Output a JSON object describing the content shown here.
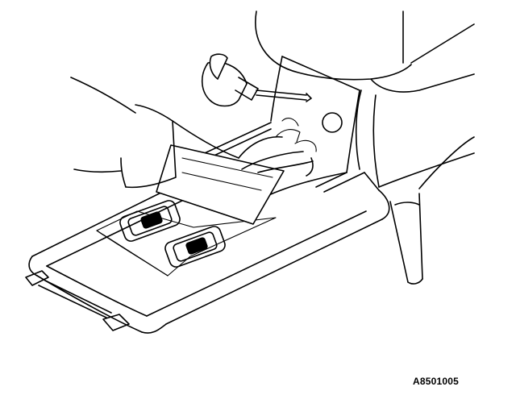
{
  "figure": {
    "code": "A8501005",
    "icons": [
      "console-panel",
      "window-switch",
      "screwdriver",
      "hand",
      "protective-tape",
      "seat"
    ]
  }
}
